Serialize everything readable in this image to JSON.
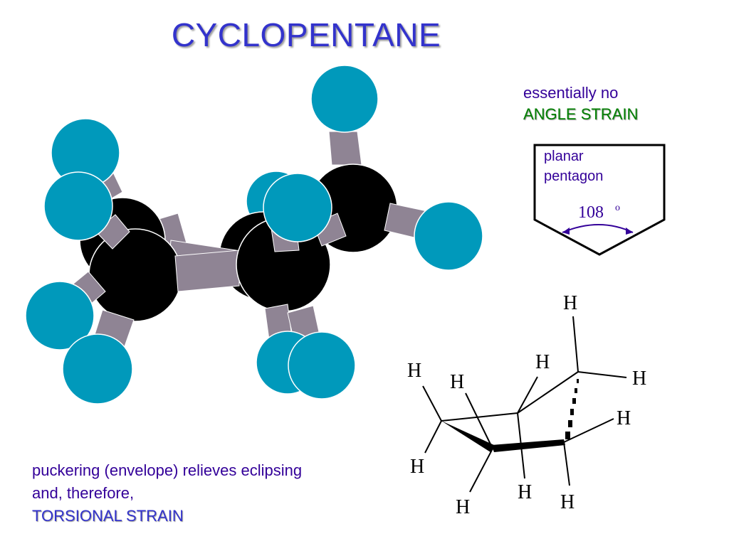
{
  "title": "CYCLOPENTANE",
  "angle_note": {
    "line1": "essentially no",
    "line2": "ANGLE STRAIN"
  },
  "pentagon": {
    "label_line1": "planar",
    "label_line2": "pentagon",
    "angle_value": "108",
    "angle_unit": "o"
  },
  "torsion_note": {
    "line1": "puckering (envelope) relieves eclipsing",
    "line2_prefix": "and, therefore, ",
    "line2_highlight": "TORSIONAL STRAIN"
  },
  "envelope_atom": "H",
  "colors": {
    "title": "#3333cc",
    "text": "#330099",
    "green": "#008000",
    "carbon": "#000000",
    "hydrogen": "#0099bb",
    "bond": "#8f8494"
  }
}
